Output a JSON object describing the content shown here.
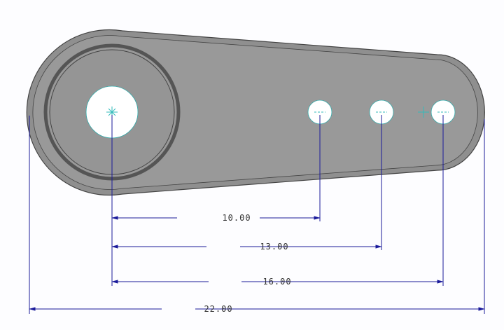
{
  "drawing": {
    "part_color": "#8f8f8f",
    "edge_color": "#555555",
    "dimension_color": "#1a1a9a",
    "center_mark_color": "#33bbbb",
    "dimensions": [
      {
        "label": "10.00",
        "value": 10.0
      },
      {
        "label": "13.00",
        "value": 13.0
      },
      {
        "label": "16.00",
        "value": 16.0
      },
      {
        "label": "22.00",
        "value": 22.0
      }
    ]
  }
}
